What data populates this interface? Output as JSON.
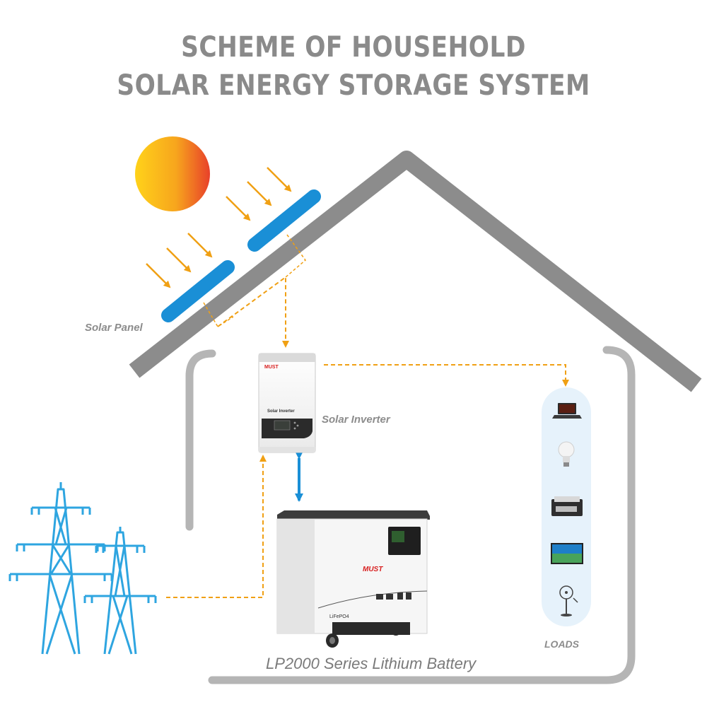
{
  "title": {
    "line1": "SCHEME OF HOUSEHOLD",
    "line2": "SOLAR ENERGY STORAGE SYSTEM"
  },
  "labels": {
    "solar_panel": "Solar Panel",
    "solar_inverter": "Solar Inverter",
    "loads": "LOADS",
    "battery": "LP2000 Series Lithium Battery"
  },
  "device_text": {
    "inverter_brand": "MUST",
    "inverter_name": "Solar Inverter",
    "battery_brand": "MUST",
    "battery_chem": "LiFePO4"
  },
  "loads": [
    "laptop-icon",
    "light-bulb-icon",
    "printer-icon",
    "tv-icon",
    "fan-icon"
  ],
  "colors": {
    "title": "#8a8a8a",
    "house": "#8c8c8c",
    "solar_panel": "#1a8fd6",
    "sun_from": "#ffd21a",
    "sun_to": "#e8402a",
    "dashed_line": "#f0a014",
    "pylon": "#2ea5e0",
    "loads_bg": "#e6f2fb"
  }
}
